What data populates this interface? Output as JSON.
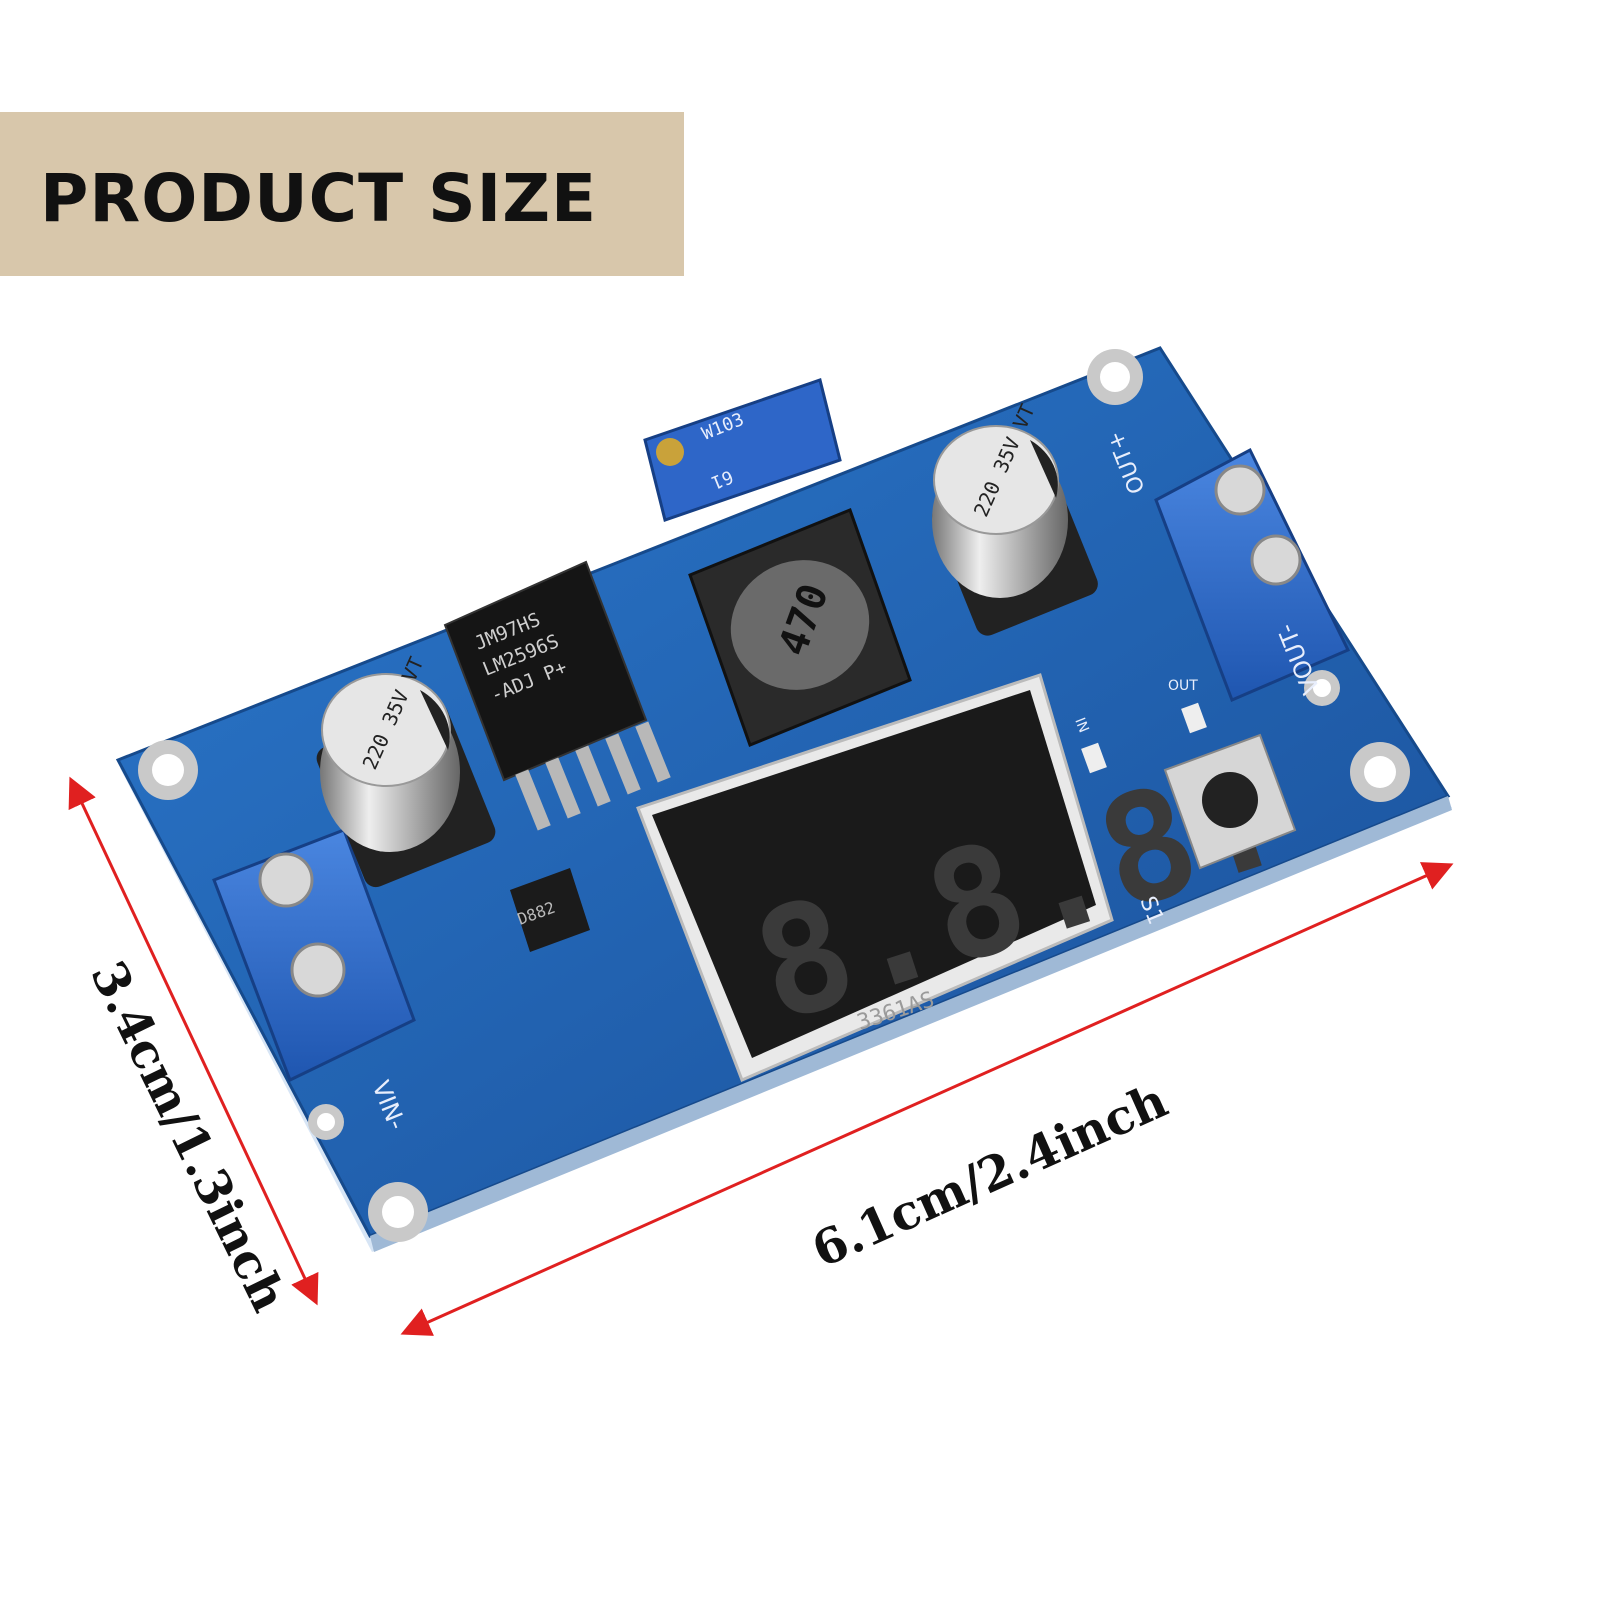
{
  "banner": {
    "title": "PRODUCT SIZE"
  },
  "dimensions": {
    "height_label": "3.4cm/1.3inch",
    "width_label": "6.1cm/2.4inch"
  },
  "board": {
    "chip_lines": [
      "JM97HS",
      "LM2596S",
      "-ADJ P+"
    ],
    "inductor_code": "470",
    "capacitor_lines": [
      "220",
      "35V",
      "VT"
    ],
    "potentiometer_lines": [
      "W103",
      "61"
    ],
    "transistor": "D882",
    "display_digits": [
      "8",
      "8",
      "8"
    ],
    "display_part": "3361AS",
    "label_vin_minus": "VIN-",
    "label_vout_minus": "VOUT-",
    "label_vout_plus": "OUT+",
    "label_in": "IN",
    "label_out": "OUT",
    "label_s1": "S1"
  },
  "colors": {
    "pcb": "#1f63b5",
    "banner": "#d8c7ab",
    "arrow": "#e02020",
    "terminal": "#2f6fd0"
  }
}
